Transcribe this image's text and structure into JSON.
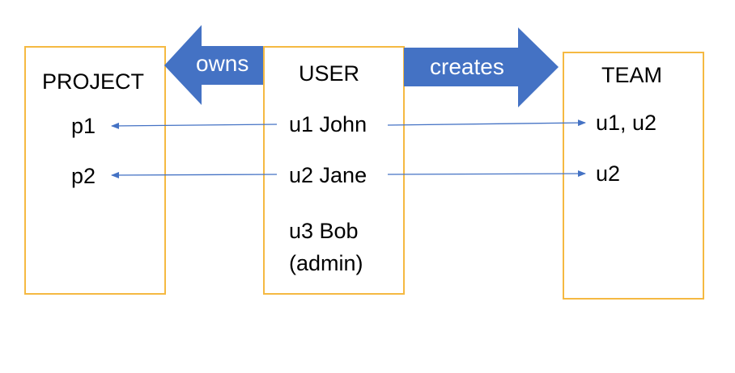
{
  "project": {
    "title": "PROJECT",
    "items": [
      "p1",
      "p2"
    ]
  },
  "user": {
    "title": "USER",
    "items": [
      "u1 John",
      "u2 Jane",
      "u3 Bob"
    ],
    "role_note": "(admin)"
  },
  "team": {
    "title": "TEAM",
    "items": [
      "u1, u2",
      "u2"
    ]
  },
  "relations": {
    "owns": "owns",
    "creates": "creates"
  },
  "colors": {
    "box_border": "#f5b942",
    "block_arrow": "#4472c4",
    "line_arrow": "#4472c4",
    "text": "#000000"
  }
}
